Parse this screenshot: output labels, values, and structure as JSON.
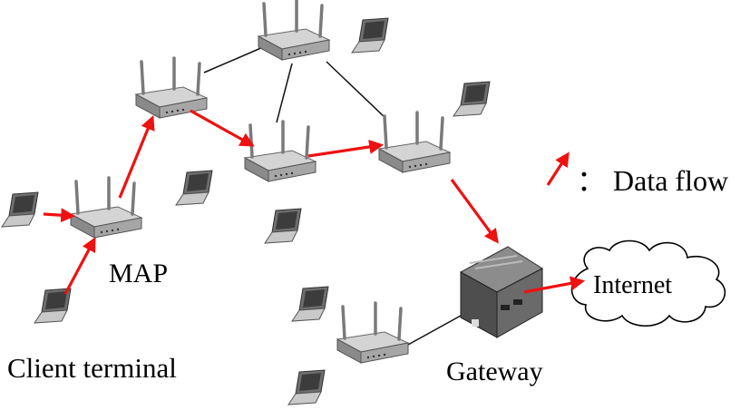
{
  "labels": {
    "map": "MAP",
    "client_terminal": "Client terminal",
    "gateway": "Gateway",
    "internet": "Internet",
    "data_flow": "： Data flow"
  },
  "colors": {
    "data_flow_arrow": "#ee1111",
    "link_line": "#111111",
    "device_body": "#9a9a9a",
    "cloud_stroke": "#000000"
  },
  "icons": [
    "router-icon",
    "laptop-icon",
    "gateway-icon",
    "cloud-icon",
    "arrow-icon"
  ]
}
